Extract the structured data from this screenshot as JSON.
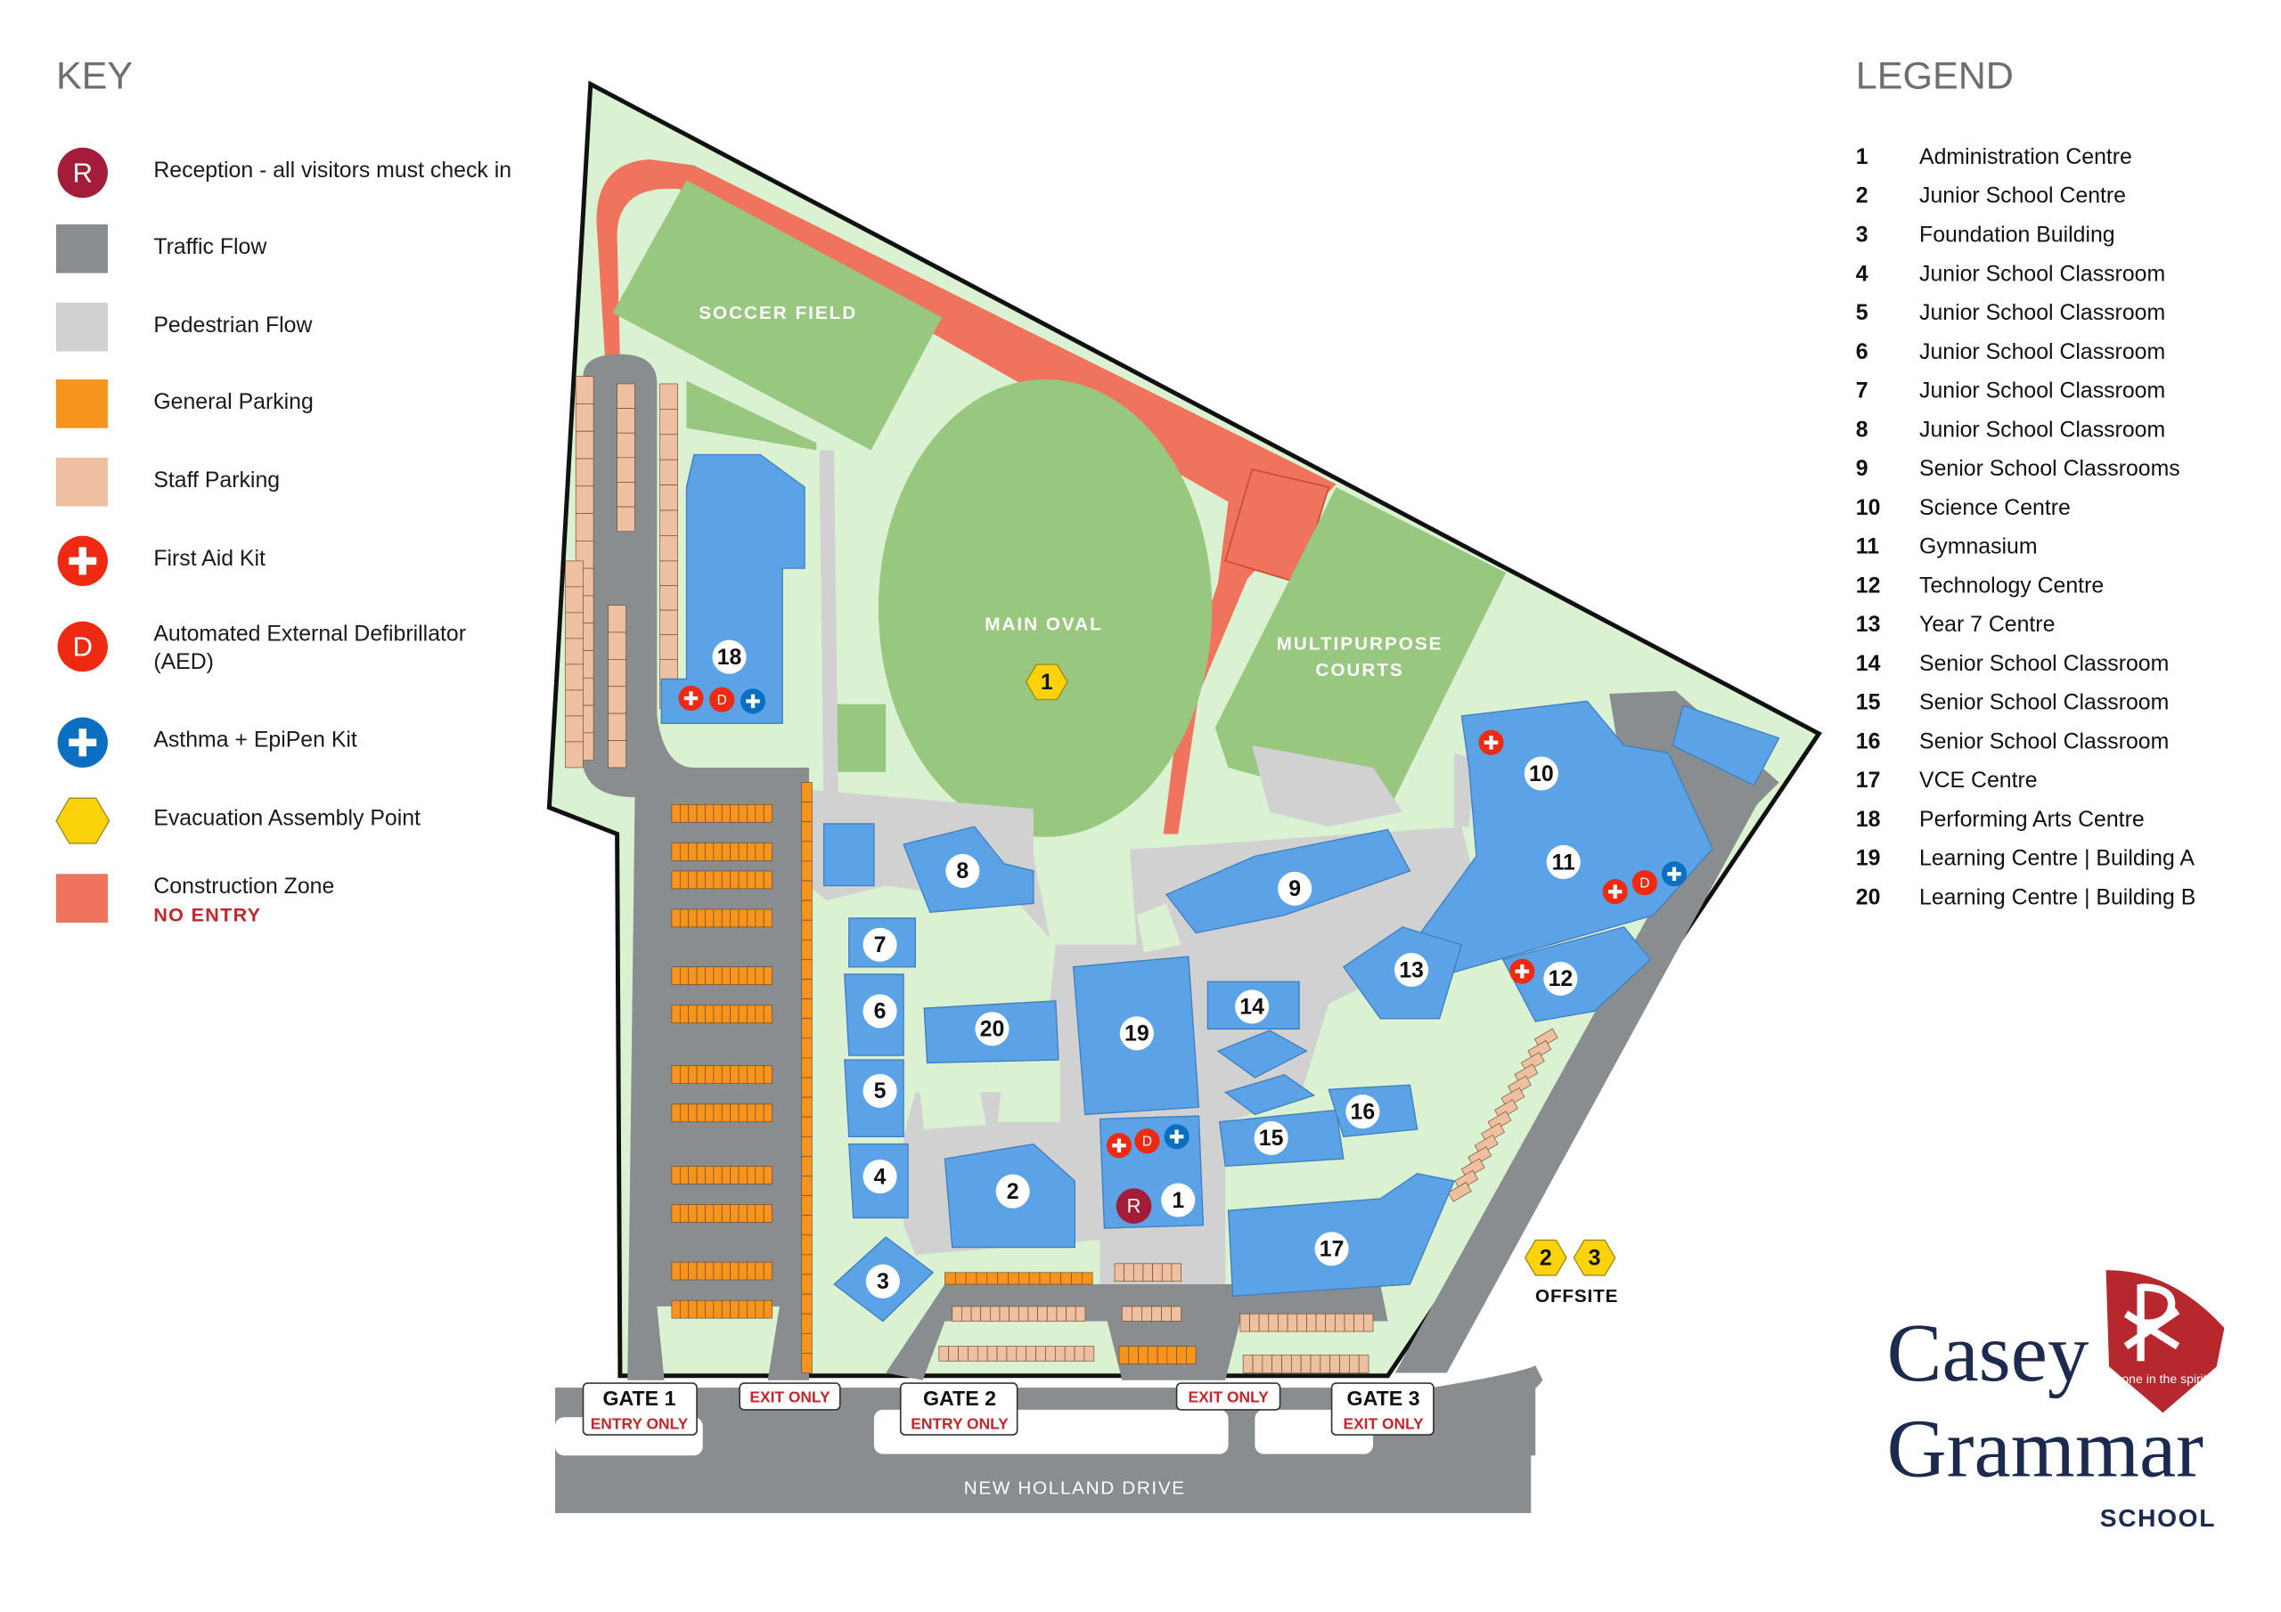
{
  "key": {
    "title": "KEY",
    "items": [
      {
        "icon": "reception-icon",
        "glyph": "R",
        "color": "#a31c3a",
        "label": "Reception - all visitors must check in"
      },
      {
        "icon": "traffic-flow-swatch",
        "color": "#8a8d90",
        "label": "Traffic Flow"
      },
      {
        "icon": "pedestrian-flow-swatch",
        "color": "#d1d1d1",
        "label": "Pedestrian Flow"
      },
      {
        "icon": "general-parking-swatch",
        "color": "#f7941d",
        "label": "General Parking"
      },
      {
        "icon": "staff-parking-swatch",
        "color": "#efbfa2",
        "label": "Staff Parking"
      },
      {
        "icon": "first-aid-icon",
        "glyph": "+",
        "color": "#ee2a12",
        "label": "First Aid Kit"
      },
      {
        "icon": "aed-icon",
        "glyph": "D",
        "color": "#ee2a12",
        "label": "Automated External Defibrillator",
        "label2": "(AED)"
      },
      {
        "icon": "asthma-epipen-icon",
        "glyph": "+",
        "color": "#0b6fc1",
        "label": "Asthma + EpiPen Kit"
      },
      {
        "icon": "evacuation-point-icon",
        "color": "#fcd20a",
        "label": "Evacuation Assembly Point"
      },
      {
        "icon": "construction-zone-swatch",
        "color": "#ef735d",
        "label": "Construction Zone",
        "label2": "NO ENTRY"
      }
    ]
  },
  "legend": {
    "title": "LEGEND",
    "items": [
      {
        "num": "1",
        "name": "Administration Centre"
      },
      {
        "num": "2",
        "name": "Junior School Centre"
      },
      {
        "num": "3",
        "name": "Foundation Building"
      },
      {
        "num": "4",
        "name": "Junior School Classroom"
      },
      {
        "num": "5",
        "name": "Junior School Classroom"
      },
      {
        "num": "6",
        "name": "Junior School Classroom"
      },
      {
        "num": "7",
        "name": "Junior School Classroom"
      },
      {
        "num": "8",
        "name": "Junior School Classroom"
      },
      {
        "num": "9",
        "name": "Senior School Classrooms"
      },
      {
        "num": "10",
        "name": "Science Centre"
      },
      {
        "num": "11",
        "name": "Gymnasium"
      },
      {
        "num": "12",
        "name": "Technology Centre"
      },
      {
        "num": "13",
        "name": "Year 7 Centre"
      },
      {
        "num": "14",
        "name": "Senior School Classroom"
      },
      {
        "num": "15",
        "name": "Senior School Classroom"
      },
      {
        "num": "16",
        "name": "Senior School Classroom"
      },
      {
        "num": "17",
        "name": "VCE Centre"
      },
      {
        "num": "18",
        "name": "Performing Arts Centre"
      },
      {
        "num": "19",
        "name": "Learning Centre | Building A"
      },
      {
        "num": "20",
        "name": "Learning Centre | Building B"
      }
    ]
  },
  "map": {
    "fields": {
      "soccer": "SOCCER FIELD",
      "oval": "MAIN OVAL",
      "courts_1": "MULTIPURPOSE",
      "courts_2": "COURTS"
    },
    "assembly_points": [
      "1",
      "2",
      "3"
    ],
    "offsite_label": "OFFSITE",
    "road_name": "NEW HOLLAND DRIVE",
    "gates": [
      {
        "title": "GATE 1",
        "sub": "ENTRY ONLY"
      },
      {
        "title": "GATE 2",
        "sub": "ENTRY ONLY"
      },
      {
        "title": "GATE 3",
        "sub": "EXIT ONLY"
      }
    ],
    "exit_signs": [
      "EXIT ONLY",
      "EXIT ONLY"
    ],
    "building_numbers": [
      "1",
      "2",
      "3",
      "4",
      "5",
      "6",
      "7",
      "8",
      "9",
      "10",
      "11",
      "12",
      "13",
      "14",
      "15",
      "16",
      "17",
      "18",
      "19",
      "20"
    ],
    "reception_glyph": "R",
    "aed_glyph": "D"
  },
  "logo": {
    "line1": "Casey",
    "line2": "Grammar",
    "line3": "SCHOOL",
    "motto": "one in the spirit",
    "navy": "#1b2a4e",
    "red": "#b7282e"
  }
}
